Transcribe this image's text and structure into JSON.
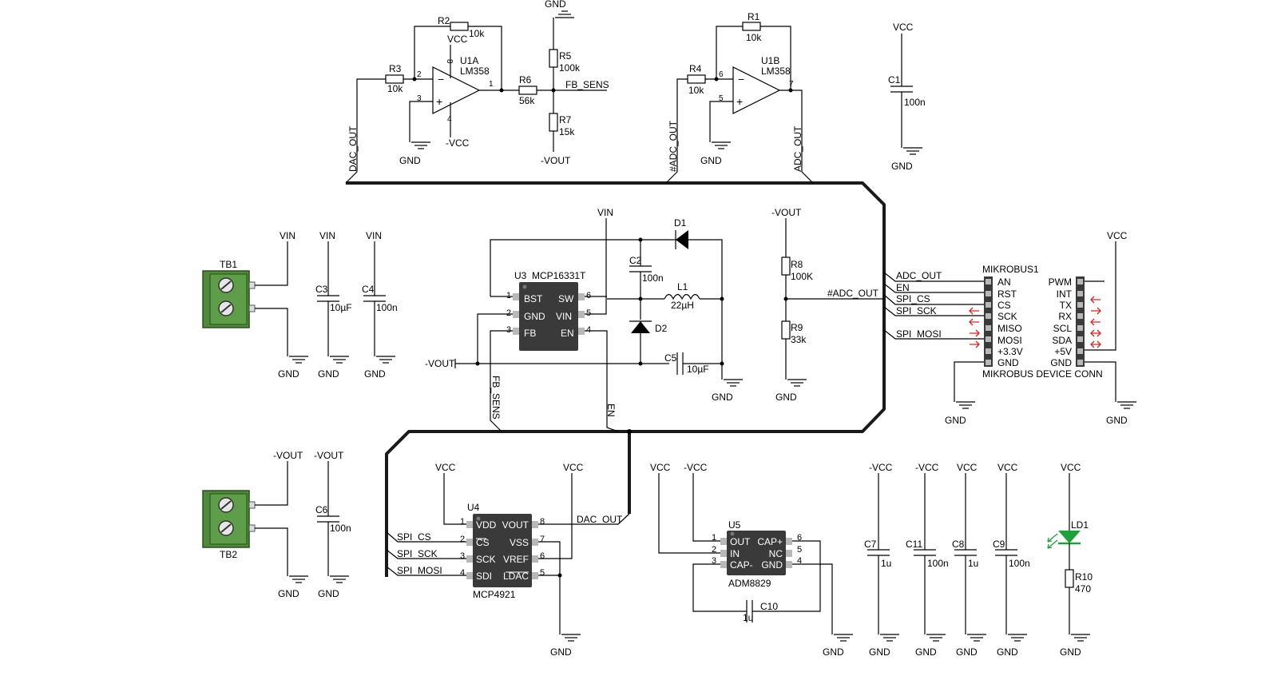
{
  "colors": {
    "wire": "#000000",
    "bus": "#1a1a1a",
    "chip": "#3a3a3a",
    "pin": "#b8b8b8",
    "terminal": "#4e8a3a",
    "led": "#1fa13a",
    "arrow": "#e02020"
  },
  "nets": {
    "gnd": "GND",
    "vcc": "VCC",
    "nvcc": "-VCC",
    "vin": "VIN",
    "nvout": "-VOUT",
    "dac_out": "DAC_OUT",
    "adc_out": "ADC_OUT",
    "nadc_out": "#ADC_OUT",
    "fb_sens": "FB_SENS",
    "en": "EN",
    "spi_cs": "SPI_CS",
    "spi_sck": "SPI_SCK",
    "spi_mosi": "SPI_MOSI"
  },
  "components": {
    "r1": {
      "ref": "R1",
      "val": "10k"
    },
    "r2": {
      "ref": "R2",
      "val": "10k"
    },
    "r3": {
      "ref": "R3",
      "val": "10k"
    },
    "r4": {
      "ref": "R4",
      "val": "10k"
    },
    "r5": {
      "ref": "R5",
      "val": "100k"
    },
    "r6": {
      "ref": "R6",
      "val": "56k"
    },
    "r7": {
      "ref": "R7",
      "val": "15k"
    },
    "r8": {
      "ref": "R8",
      "val": "100K"
    },
    "r9": {
      "ref": "R9",
      "val": "33k"
    },
    "r10": {
      "ref": "R10",
      "val": "470"
    },
    "c1": {
      "ref": "C1",
      "val": "100n"
    },
    "c2": {
      "ref": "C2",
      "val": "100n"
    },
    "c3": {
      "ref": "C3",
      "val": "10µF"
    },
    "c4": {
      "ref": "C4",
      "val": "100n"
    },
    "c5": {
      "ref": "C5",
      "val": "10µF"
    },
    "c6": {
      "ref": "C6",
      "val": "100n"
    },
    "c7": {
      "ref": "C7",
      "val": "1u"
    },
    "c8": {
      "ref": "C8",
      "val": "1u"
    },
    "c9": {
      "ref": "C9",
      "val": "100n"
    },
    "c10": {
      "ref": "C10",
      "val": "1u"
    },
    "c11": {
      "ref": "C11",
      "val": "100n"
    },
    "l1": {
      "ref": "L1",
      "val": "22µH"
    },
    "d1": {
      "ref": "D1"
    },
    "d2": {
      "ref": "D2"
    },
    "ld1": {
      "ref": "LD1"
    },
    "tb1": {
      "ref": "TB1"
    },
    "tb2": {
      "ref": "TB2"
    },
    "u1a": {
      "ref": "U1A",
      "part": "LM358",
      "pins": [
        "2",
        "3",
        "1",
        "8",
        "4"
      ]
    },
    "u1b": {
      "ref": "U1B",
      "part": "LM358",
      "pins": [
        "6",
        "5",
        "7"
      ]
    },
    "u3": {
      "ref": "U3",
      "part": "MCP16331T",
      "left": [
        "BST",
        "GND",
        "FB"
      ],
      "right": [
        "SW",
        "VIN",
        "EN"
      ],
      "lpins": [
        "1",
        "2",
        "3"
      ],
      "rpins": [
        "6",
        "5",
        "4"
      ]
    },
    "u4": {
      "ref": "U4",
      "part": "MCP4921",
      "left": [
        "VDD",
        "CS",
        "SCK",
        "SDI"
      ],
      "right": [
        "VOUT",
        "VSS",
        "VREF",
        "LDAC"
      ],
      "lpins": [
        "1",
        "2",
        "3",
        "4"
      ],
      "rpins": [
        "8",
        "7",
        "6",
        "5"
      ]
    },
    "u5": {
      "ref": "U5",
      "part": "ADM8829",
      "left": [
        "OUT",
        "IN",
        "CAP-"
      ],
      "right": [
        "CAP+",
        "NC",
        "GND"
      ],
      "lpins": [
        "1",
        "2",
        "3"
      ],
      "rpins": [
        "6",
        "5",
        "4"
      ]
    },
    "mikrobus": {
      "title": "MIKROBUS1",
      "footer": "MIKROBUS DEVICE CONN",
      "left": [
        "AN",
        "RST",
        "CS",
        "SCK",
        "MISO",
        "MOSI",
        "+3.3V",
        "GND"
      ],
      "right": [
        "PWM",
        "INT",
        "TX",
        "RX",
        "SCL",
        "SDA",
        "+5V",
        "GND"
      ]
    }
  }
}
